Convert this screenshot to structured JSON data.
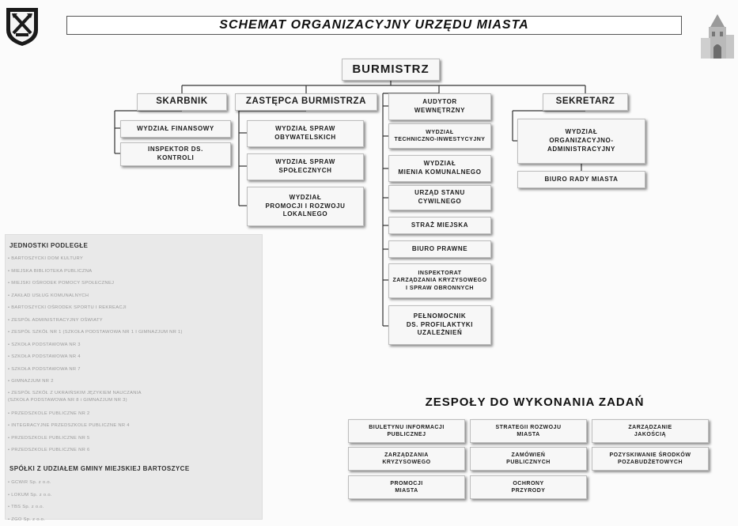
{
  "title": "SCHEMAT  ORGANIZACYJNY URZĘDU  MIASTA",
  "burmistrz": "BURMISTRZ",
  "skarbnik": {
    "label": "SKARBNIK",
    "units": [
      "WYDZIAŁ FINANSOWY",
      "INSPEKTOR DS.\nKONTROLI"
    ]
  },
  "zastepca": {
    "label": "ZASTĘPCA BURMISTRZA",
    "units": [
      "WYDZIAŁ SPRAW\nOBYWATELSKICH",
      "WYDZIAŁ SPRAW\nSPOŁECZNYCH",
      "WYDZIAŁ\nPROMOCJI I ROZWOJU\nLOKALNEGO"
    ]
  },
  "center_units": [
    "AUDYTOR\nWEWNĘTRZNY",
    "WYDZIAŁ\nTECHNICZNO-INWESTYCYJNY",
    "WYDZIAŁ\nMIENIA KOMUNALNEGO",
    "URZĄD STANU\nCYWILNEGO",
    "STRAŻ MIEJSKA",
    "BIURO PRAWNE",
    "INSPEKTORAT\nZARZĄDZANIA KRYZYSOWEGO\nI SPRAW OBRONNYCH",
    "PEŁNOMOCNIK\nDS. PROFILAKTYKI\nUZALEŻNIEŃ"
  ],
  "sekretarz": {
    "label": "SEKRETARZ",
    "units": [
      "WYDZIAŁ\nORGANIZACYJNO-\nADMINISTRACYJNY",
      "BIURO RADY MIASTA"
    ]
  },
  "jednostki": {
    "heading": "JEDNOSTKI PODLEGŁE",
    "items": [
      "• BARTOSZYCKI DOM KULTURY",
      "• MIEJSKA BIBLIOTEKA PUBLICZNA",
      "• MIEJSKI OŚRODEK POMOCY SPOŁECZNEJ",
      "• ZAKŁAD USŁUG KOMUNALNYCH",
      "• BARTOSZYCKI OŚRODEK SPORTU I REKREACJI",
      "• ZESPÓŁ ADMINISTRACYJNY OŚWIATY",
      "• ZESPÓŁ SZKÓŁ NR 1 (SZKOŁA PODSTAWOWA NR 1 I GIMNAZJUM NR 1)",
      "• SZKOŁA PODSTAWOWA NR 3",
      "• SZKOŁA PODSTAWOWA NR 4",
      "• SZKOŁA PODSTAWOWA NR 7",
      "• GIMNAZJUM NR 2",
      "• ZESPÓŁ SZKÓŁ Z UKRAIŃSKIM JĘZYKIEM NAUCZANIA\n  (SZKOŁA PODSTAWOWA NR 8 i GIMNAZJUM NR 3)",
      "• PRZEDSZKOLE PUBLICZNE NR 2",
      "• INTEGRACYJNE PRZEDSZKOLE PUBLICZNE NR 4",
      "• PRZEDSZKOLE PUBLICZNE NR 5",
      "• PRZEDSZKOLE PUBLICZNE NR 6"
    ]
  },
  "spolki": {
    "heading": "SPÓŁKI Z UDZIAŁEM GMINY MIEJSKIEJ BARTOSZYCE",
    "items": [
      "• GCWiR Sp. z o.o.",
      "• LOKUM Sp. z o.o.",
      "• TBS Sp. z o.o.",
      "• ZGO Sp. z o.o."
    ]
  },
  "teams": {
    "title": "ZESPOŁY DO WYKONANIA ZADAŃ",
    "items": [
      "BIULETYNU INFORMACJI\nPUBLICZNEJ",
      "STRATEGII ROZWOJU\nMIASTA",
      "ZARZĄDZANIE\nJAKOŚCIĄ",
      "ZARZĄDZANIA\nKRYZYSOWEGO",
      "ZAMÓWIEŃ\nPUBLICZNYCH",
      "POZYSKIWANIE ŚRODKÓW\nPOZABUDŻETOWYCH",
      "PROMOCJI\nMIASTA",
      "OCHRONY\nPRZYRODY"
    ]
  },
  "icons": {
    "left": "city-coat-of-arms-icon",
    "right": "town-gate-tower-icon"
  }
}
